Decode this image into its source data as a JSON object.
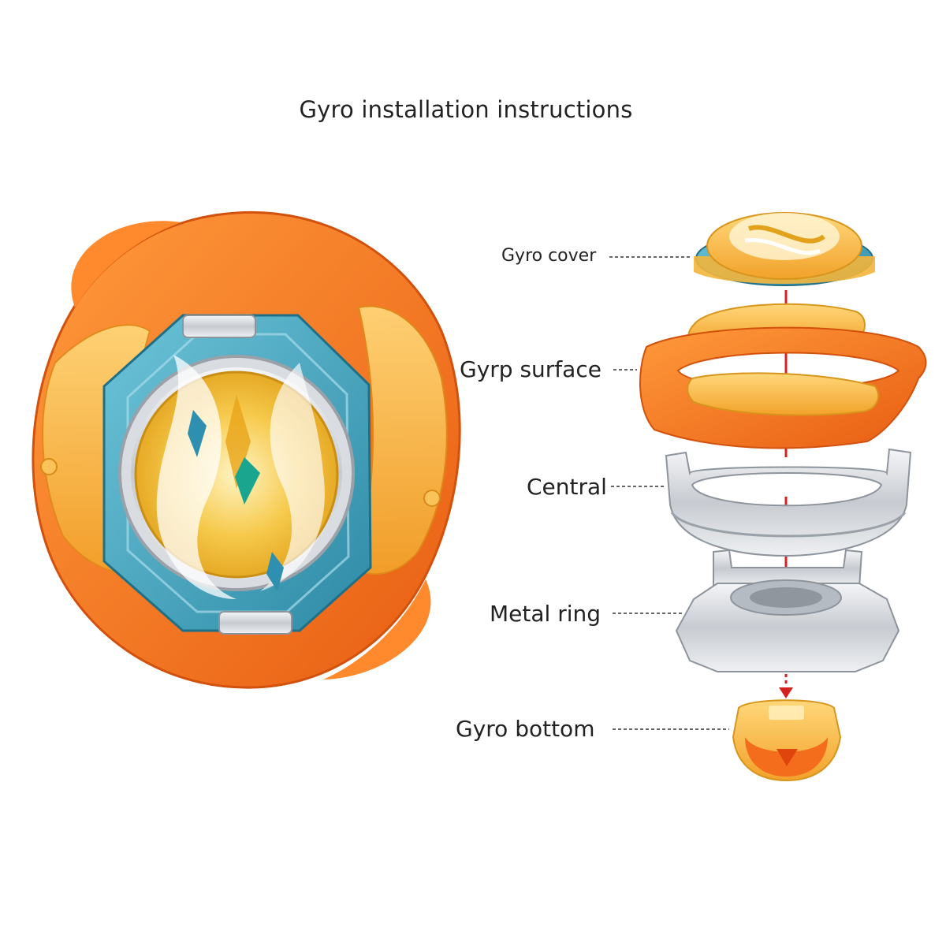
{
  "title": "Gyro installation instructions",
  "parts": {
    "cover": "Gyro cover",
    "surface": "Gyrp surface",
    "central": "Central",
    "metal_ring": "Metal ring",
    "bottom": "Gyro bottom"
  },
  "colors": {
    "orange": "#f36d1d",
    "amber": "#f7b83a",
    "teal": "#3d9fb8",
    "silver": "#d5d8dc",
    "assembly_line": "#d62020"
  }
}
